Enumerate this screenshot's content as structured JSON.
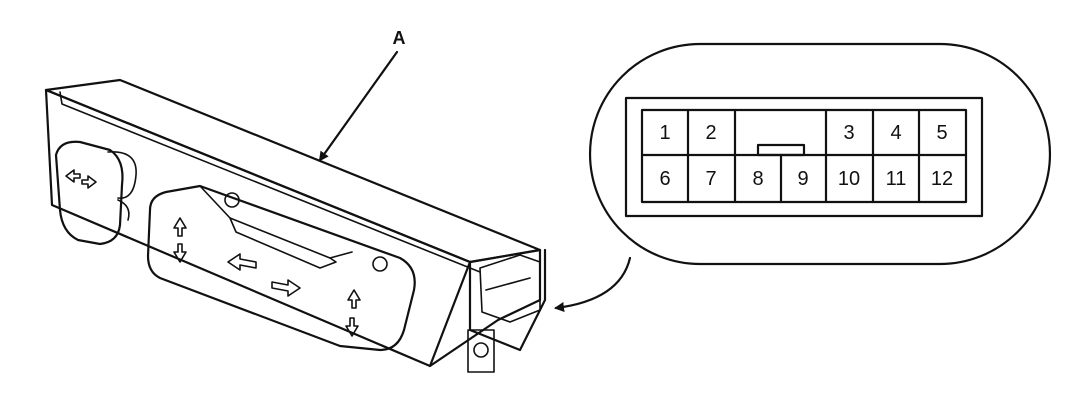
{
  "callout": {
    "label": "A"
  },
  "connector": {
    "pins_top": [
      "1",
      "2",
      "3",
      "4",
      "5"
    ],
    "pins_bottom": [
      "6",
      "7",
      "8",
      "9",
      "10",
      "11",
      "12"
    ]
  }
}
